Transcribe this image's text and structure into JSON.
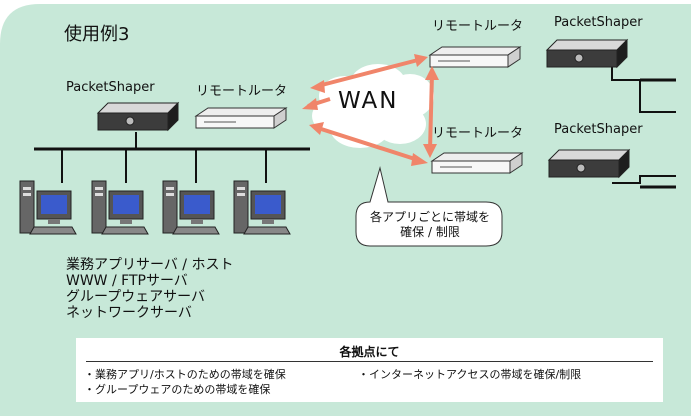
{
  "title": "使用例3",
  "devices": {
    "shaper_label": "PacketShaper",
    "router_label": "リモートルータ"
  },
  "wan_label": "WAN",
  "callout": {
    "line1": "各アプリごとに帯域を",
    "line2": "確保 / 制限"
  },
  "servers": [
    "業務アプリサーバ / ホスト",
    "WWW / FTPサーバ",
    "グループウェアサーバ",
    "ネットワークサーバ"
  ],
  "notes": {
    "title": "各拠点にて",
    "items": [
      "・業務アプリ/ホストのための帯域を確保",
      "・インターネットアクセスの帯域を確保/制限",
      "・グループウェアのための帯域を確保"
    ]
  },
  "colors": {
    "panel": "#c7e8d8",
    "arrow": "#f0856a",
    "cloud": "#ffffff"
  }
}
